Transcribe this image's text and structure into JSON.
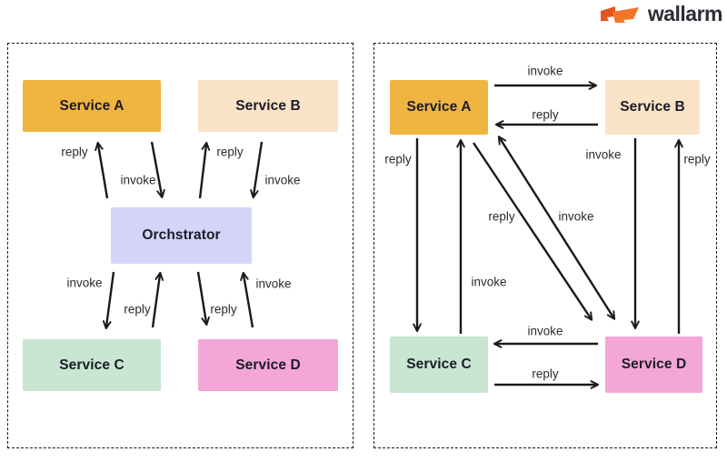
{
  "logo": {
    "text": "wallarm",
    "icon_color_dark": "#e2561f",
    "icon_color_light": "#f2752a",
    "text_color": "#2d2d35"
  },
  "colors": {
    "service_a": "#f0b441",
    "service_b": "#fae3c6",
    "orchestrator": "#d3d4f8",
    "service_c": "#c8e6d1",
    "service_d": "#f4a7d7",
    "arrow": "#1a1a1a",
    "panel_border": "#1a1a1a"
  },
  "left_panel": {
    "pattern": "orchestration",
    "nodes": {
      "service_a": "Service A",
      "service_b": "Service B",
      "orchestrator": "Orchstrator",
      "service_c": "Service C",
      "service_d": "Service D"
    },
    "edges": {
      "orch_to_a_reply": "reply",
      "a_to_orch_invoke": "invoke",
      "orch_to_b_reply": "reply",
      "b_to_orch_invoke": "invoke",
      "orch_to_c_invoke": "invoke",
      "c_to_orch_reply": "reply",
      "orch_to_d_reply": "reply",
      "d_to_orch_invoke": "invoke"
    }
  },
  "right_panel": {
    "pattern": "choreography",
    "nodes": {
      "service_a": "Service A",
      "service_b": "Service B",
      "service_c": "Service C",
      "service_d": "Service D"
    },
    "edges": {
      "a_to_b_invoke": "invoke",
      "b_to_a_reply": "reply",
      "a_to_c_reply": "reply",
      "c_to_a_invoke": "invoke",
      "a_to_d_reply": "reply",
      "a_to_d_invoke": "invoke",
      "b_to_d_invoke": "invoke",
      "d_to_b_reply": "reply",
      "d_to_c_invoke": "invoke",
      "c_to_d_reply": "reply"
    }
  }
}
